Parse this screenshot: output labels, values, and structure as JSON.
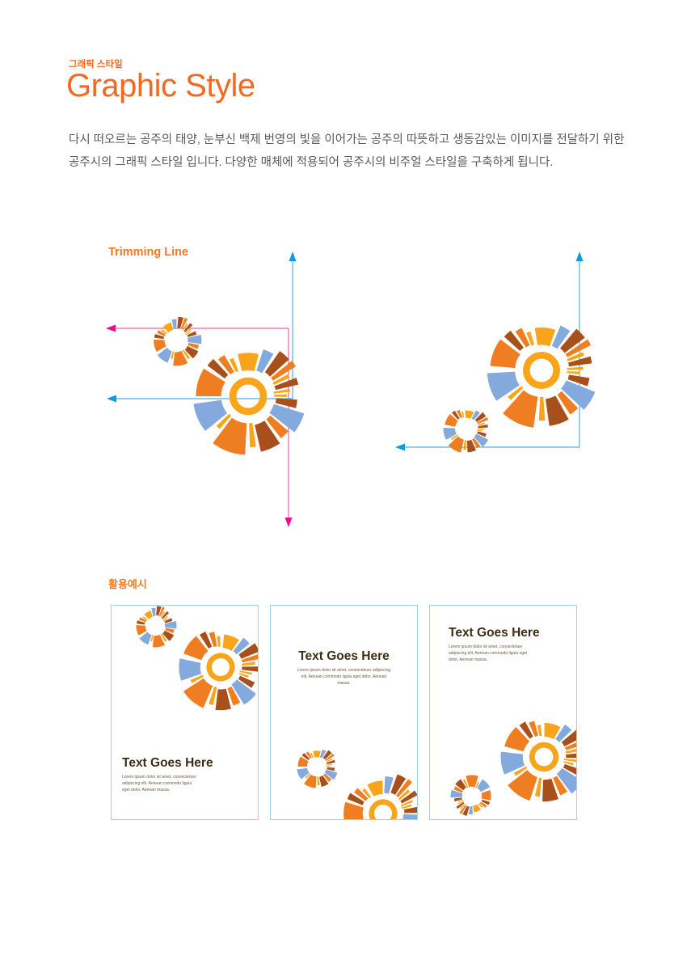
{
  "page": {
    "eyebrow": "그래픽 스타일",
    "title": "Graphic Style",
    "description": "다시 떠오르는 공주의 태양, 눈부신 백제 번영의 빛을 이어가는 공주의 따뜻하고 생동감있는 이미지를 전달하기 위한\n공주시의 그래픽 스타일 입니다. 다양한 매체에 적용되어  공주시의 비주얼 스타일을 구축하게 됩니다."
  },
  "sections": {
    "trimming": {
      "label": "Trimming Line"
    },
    "usage": {
      "label": "활용예시"
    }
  },
  "cards": [
    {
      "heading": "Text Goes Here",
      "body": "Lorem ipsum dolor sit amet, consectetuer adipiscing elit. Aenean commodo ligula eget dolor. Aenean massa.",
      "text_position": "bottom-left"
    },
    {
      "heading": "Text Goes Here",
      "body": "Lorem ipsum dolor sit amet, consectetuer adipiscing elit. Aenean commodo ligula eget dolor. Aenean massa.",
      "text_position": "top-center"
    },
    {
      "heading": "Text Goes Here",
      "body": "Lorem ipsum dolor sit amet, consectetuer adipiscing elit. Aenean commodo ligula eget dolor. Aenean massa.",
      "text_position": "top-left"
    }
  ],
  "colors": {
    "accent": "#F26A22",
    "label": "#F4791F",
    "body_text": "#58595B",
    "card_heading": "#3C2D15",
    "card_body": "#6B5B47",
    "card_border": "#9FD2E6",
    "cyan_line": "#47B5E7",
    "cyan_arrow": "#0E9BDE",
    "magenta_line": "#F163AC",
    "magenta_arrow": "#EC0C8C",
    "amber": "#F9A51C",
    "orange": "#EF7D22",
    "rust": "#A8501C",
    "blue": "#84A9DC"
  },
  "sunburst": {
    "ring": {
      "inner": 20,
      "outer": 32
    },
    "segments": [
      [
        -14,
        14,
        44,
        74,
        "a"
      ],
      [
        18,
        31,
        46,
        84,
        "b"
      ],
      [
        35,
        48,
        50,
        94,
        "r"
      ],
      [
        51,
        58,
        50,
        96,
        "o"
      ],
      [
        61,
        66,
        48,
        78,
        "a"
      ],
      [
        69,
        77,
        48,
        88,
        "r"
      ],
      [
        80,
        84,
        44,
        72,
        "a"
      ],
      [
        87,
        91,
        44,
        66,
        "a"
      ],
      [
        94,
        104,
        48,
        84,
        "r"
      ],
      [
        107,
        128,
        46,
        100,
        "b"
      ],
      [
        131,
        142,
        50,
        91,
        "o"
      ],
      [
        146,
        167,
        50,
        97,
        "r"
      ],
      [
        171,
        178,
        46,
        87,
        "a"
      ],
      [
        183,
        217,
        46,
        100,
        "o"
      ],
      [
        221,
        227,
        44,
        74,
        "a"
      ],
      [
        231,
        262,
        46,
        94,
        "b"
      ],
      [
        270,
        302,
        46,
        89,
        "o"
      ],
      [
        307,
        317,
        50,
        87,
        "r"
      ],
      [
        321,
        330,
        48,
        81,
        "o"
      ],
      [
        333,
        339,
        46,
        70,
        "a"
      ]
    ]
  }
}
